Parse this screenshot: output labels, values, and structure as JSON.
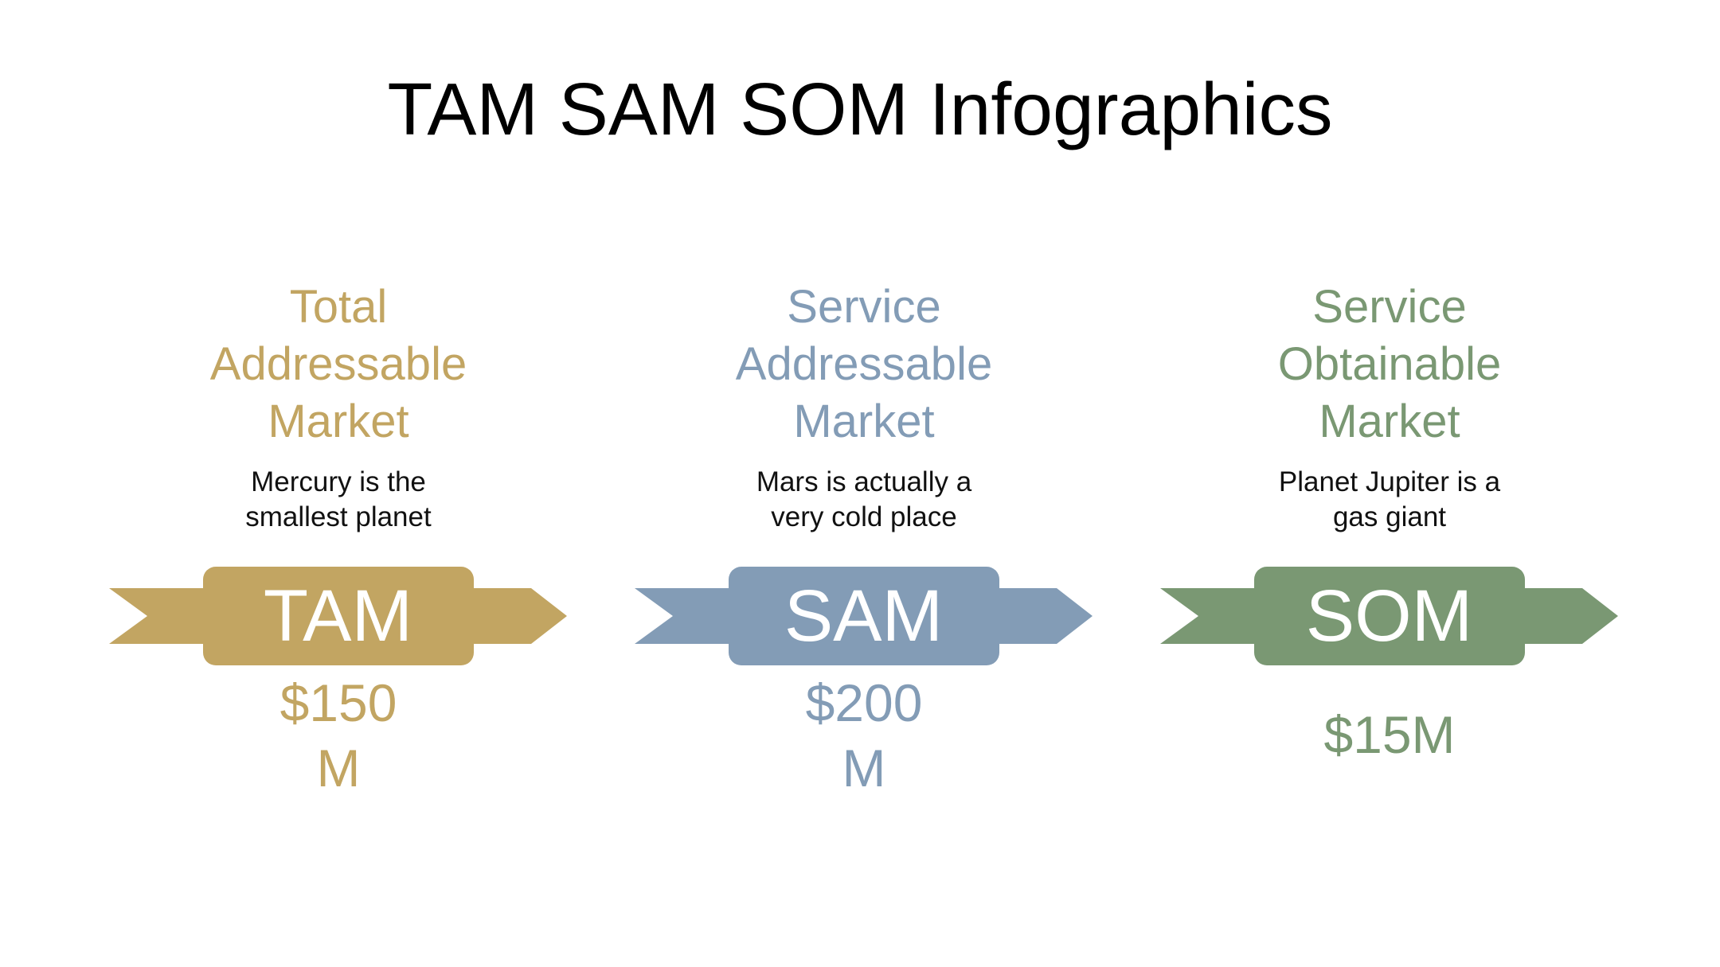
{
  "title": "TAM SAM SOM Infographics",
  "colors": {
    "tam": "#c2a562",
    "sam": "#839cb6",
    "som": "#7a9873"
  },
  "columns": [
    {
      "heading": [
        "Total",
        "Addressable",
        "Market"
      ],
      "description": [
        "Mercury is the",
        "smallest planet"
      ],
      "label": "TAM",
      "value": [
        "$150",
        "M"
      ]
    },
    {
      "heading": [
        "Service",
        "Addressable",
        "Market"
      ],
      "description": [
        "Mars is actually a",
        "very cold place"
      ],
      "label": "SAM",
      "value": [
        "$200",
        "M"
      ]
    },
    {
      "heading": [
        "Service",
        "Obtainable",
        "Market"
      ],
      "description": [
        "Planet Jupiter is a",
        "gas giant"
      ],
      "label": "SOM",
      "value": [
        "$15M"
      ]
    }
  ]
}
